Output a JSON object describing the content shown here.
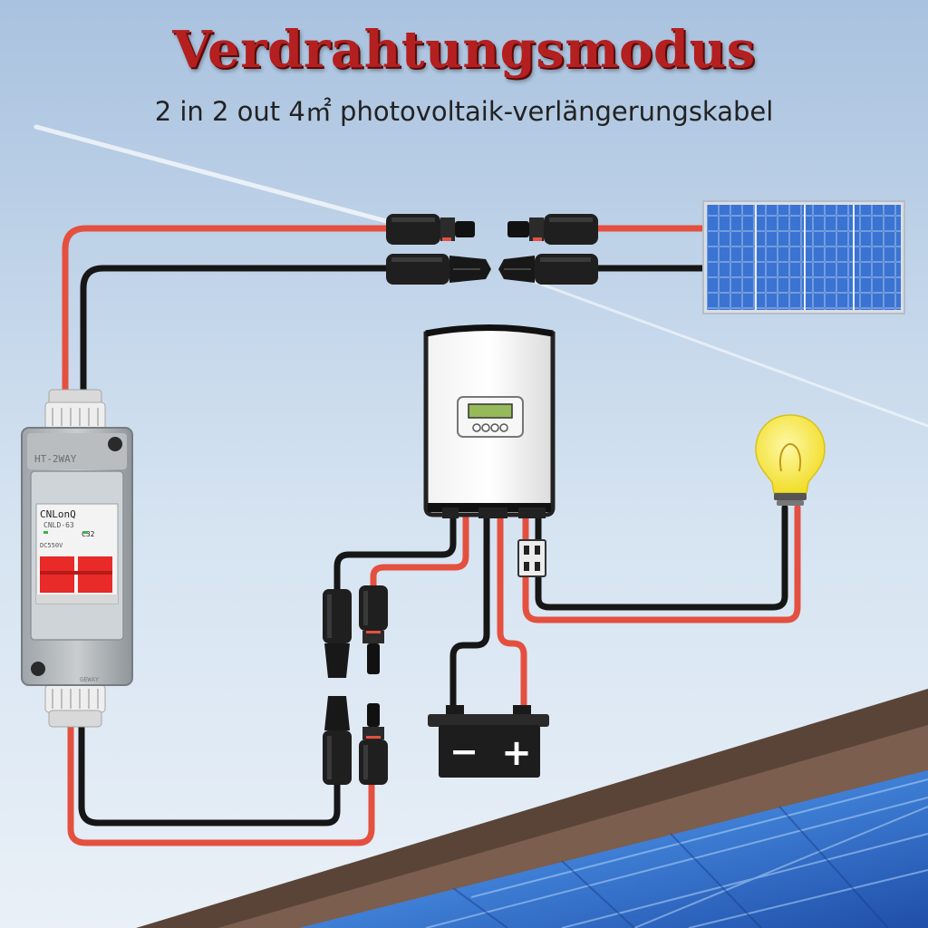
{
  "header": {
    "title": "Verdrahtungsmodus",
    "subtitle": "2 in 2 out 4㎡ photovoltaik-verlängerungskabel"
  },
  "breaker": {
    "top_label": "HT-2WAY",
    "brand": "CNLonQ",
    "model": "CNLD-63",
    "rating": "C32",
    "voltage": "DC550V",
    "bottom_label": "GEWAY"
  },
  "battery": {
    "minus": "−",
    "plus": "+"
  },
  "colors": {
    "cable_positive": "#e4503f",
    "cable_negative": "#161616",
    "sky_top": "#a9c2df",
    "panel_blue": "#2f64c4",
    "breaker_red": "#e82a28",
    "bulb_yellow": "#f1e23a"
  },
  "icons": [
    "solar-panel-icon",
    "inverter-icon",
    "battery-icon",
    "bulb-icon",
    "breaker-icon",
    "mc4-connector-icon",
    "fuse-block-icon"
  ]
}
